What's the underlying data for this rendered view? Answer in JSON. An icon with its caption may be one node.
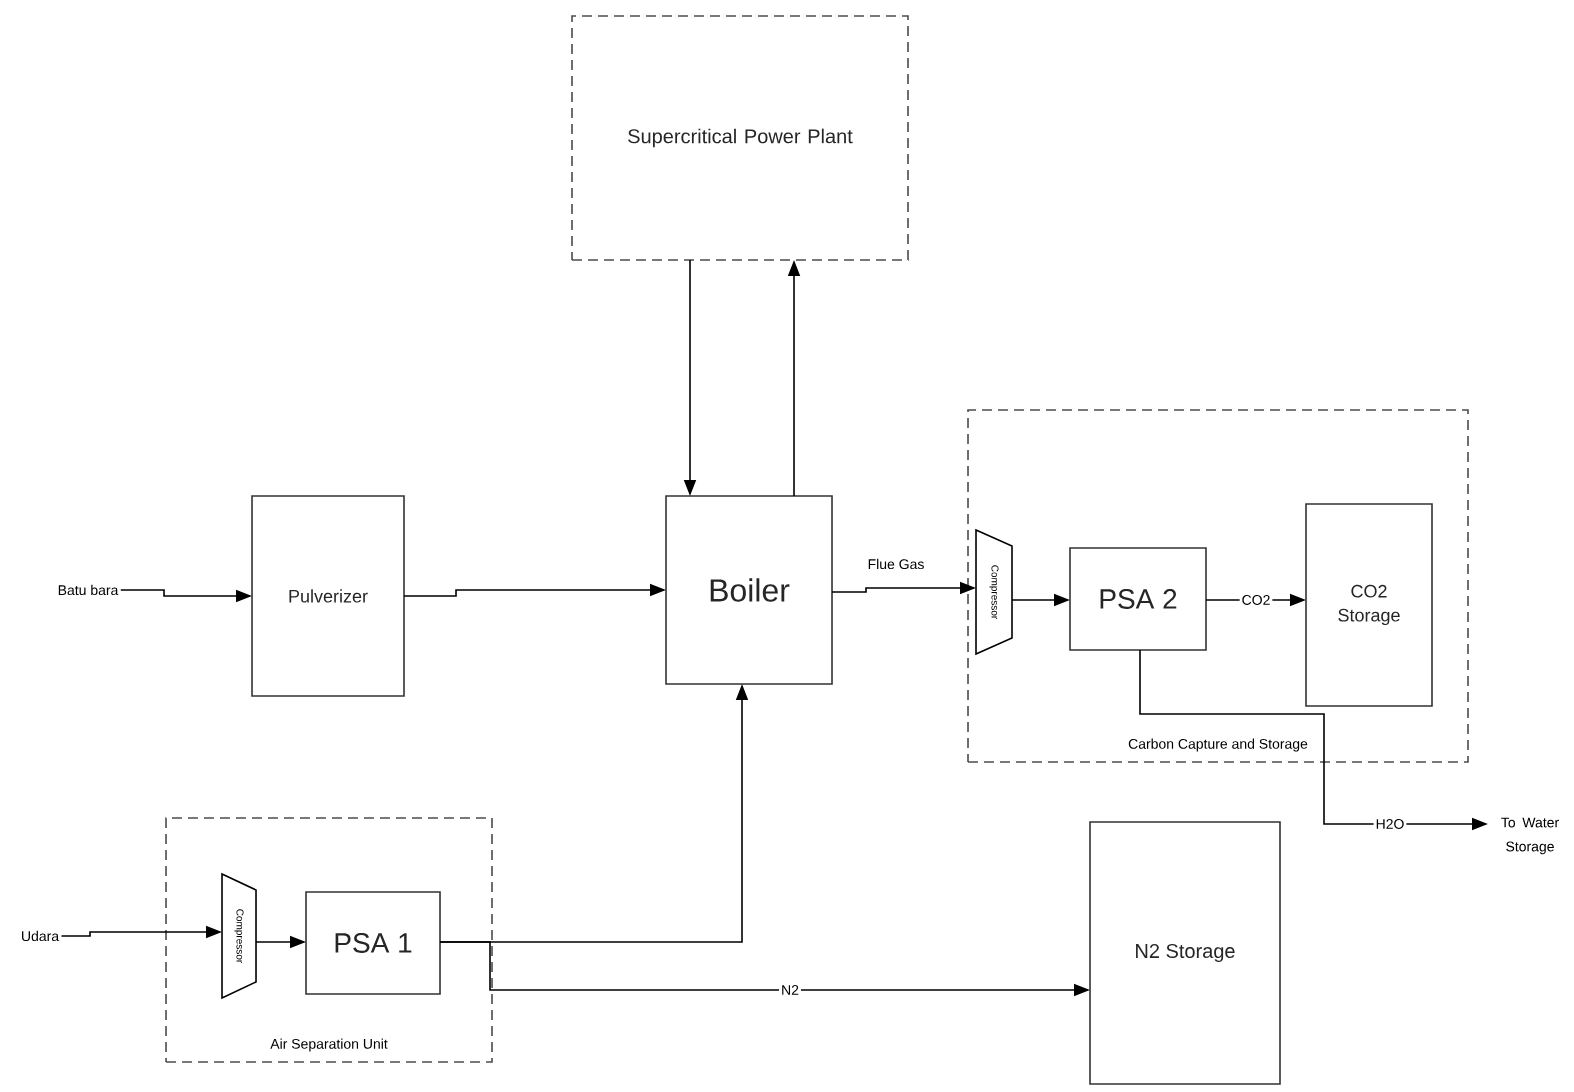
{
  "diagram": {
    "nodes": [
      {
        "text": [
          "Supercritical Power Plant"
        ]
      },
      {
        "text": [
          "Batu bara"
        ]
      },
      {
        "text": [
          "Pulverizer"
        ]
      },
      {
        "text": [
          "Boiler"
        ]
      },
      {
        "text": [
          "Carbon Capture and Storage"
        ]
      },
      {
        "text": [
          "Compressor"
        ],
        "in": 4
      },
      {
        "text": [
          "PSA 2"
        ],
        "in": 4
      },
      {
        "text": [
          "CO2 Storage"
        ],
        "in": 4
      },
      {
        "text": [
          "To Water Storage"
        ]
      },
      {
        "text": [
          "Air Separation Unit"
        ]
      },
      {
        "text": [
          "Udara"
        ]
      },
      {
        "text": [
          "Compressor"
        ],
        "in": 9
      },
      {
        "text": [
          "PSA 1"
        ],
        "in": 9
      },
      {
        "text": [
          "N2 Storage"
        ]
      }
    ],
    "edges": [
      {
        "from": 0,
        "to": 3,
        "arrow": "to"
      },
      {
        "from": 3,
        "to": 0,
        "arrow": "to"
      },
      {
        "from": 1,
        "to": 2,
        "arrow": "to"
      },
      {
        "from": 2,
        "to": 3,
        "arrow": "to"
      },
      {
        "from": 3,
        "to": 5,
        "arrow": "to",
        "label": "Flue Gas"
      },
      {
        "from": 5,
        "to": 6,
        "arrow": "to"
      },
      {
        "from": 6,
        "to": 7,
        "arrow": "to",
        "label": "CO2"
      },
      {
        "from": 6,
        "to": 8,
        "arrow": "to",
        "label": "H2O"
      },
      {
        "from": 10,
        "to": 11,
        "arrow": "to"
      },
      {
        "from": 11,
        "to": 12,
        "arrow": "to"
      },
      {
        "from": 12,
        "to": 3,
        "arrow": "to"
      },
      {
        "from": 12,
        "to": 13,
        "arrow": "to",
        "label": "N2"
      }
    ]
  }
}
